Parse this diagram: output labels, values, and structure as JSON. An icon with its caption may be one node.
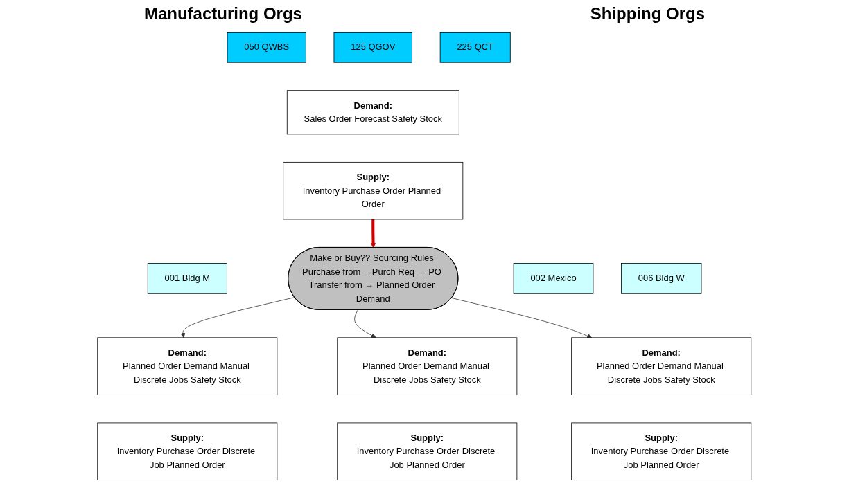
{
  "diagram": {
    "nodes": [
      {
        "text": [
          "001 Bldg M"
        ]
      },
      {
        "text": [
          "Demand:",
          "Planned Order Demand Manual Discrete Jobs Safety Stock"
        ]
      },
      {
        "text": [
          "Supply:",
          "Inventory Purchase Order Discrete Job Planned Order"
        ]
      },
      {
        "text": [
          "002 Mexico"
        ]
      },
      {
        "text": [
          "Demand:",
          "Planned Order Demand Manual Discrete Jobs Safety Stock"
        ]
      },
      {
        "text": [
          "Supply:",
          "Inventory Purchase Order Discrete Job Planned Order"
        ]
      },
      {
        "text": [
          "006 Bldg W"
        ]
      },
      {
        "text": [
          "Demand:",
          "Planned Order Demand Manual Discrete Jobs Safety Stock"
        ]
      },
      {
        "text": [
          "Supply:",
          "Inventory Purchase Order Discrete Job Planned Order"
        ]
      },
      {
        "text": [
          "050 QWBS"
        ]
      },
      {
        "text": [
          "125 QGOV"
        ]
      },
      {
        "text": [
          "225 QCT"
        ]
      },
      {
        "text": [
          "Demand:",
          "Sales Order Forecast Safety Stock"
        ]
      },
      {
        "text": [
          "Supply:",
          "Inventory Purchase Order Planned Order"
        ]
      },
      {
        "text": [
          "Make or Buy?? Sourcing Rules Purchase from →Purch Req → PO Transfer from → Planned Order Demand"
        ]
      }
    ],
    "edges": [
      {
        "from": 13,
        "to": 14,
        "arrow": "to",
        "style": "thick",
        "color": "#cc0000"
      },
      {
        "from": 14,
        "to": 1,
        "arrow": "to"
      },
      {
        "from": 14,
        "to": 4,
        "arrow": "to"
      },
      {
        "from": 14,
        "to": 7,
        "arrow": "to"
      }
    ],
    "labels": [
      "Manufacturing Orgs",
      "Shipping Orgs"
    ]
  }
}
